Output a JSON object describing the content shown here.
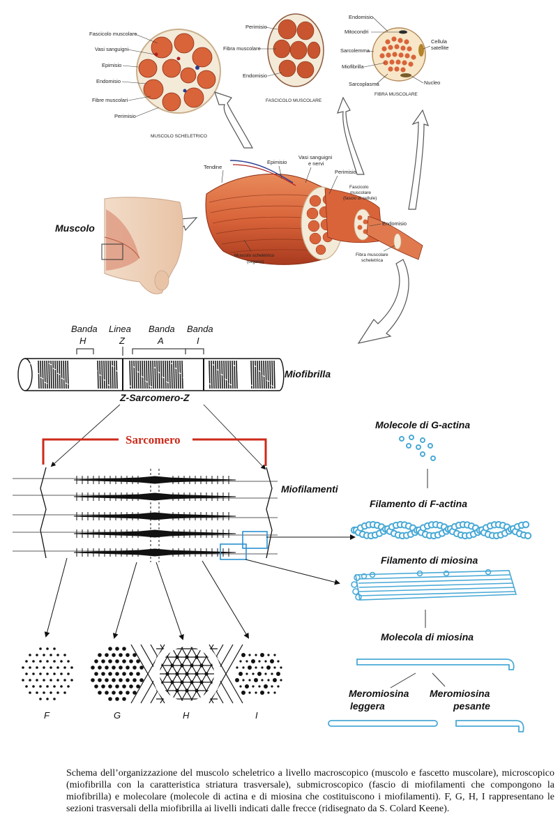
{
  "top": {
    "muscolo_scheletrico": {
      "title": "MUSCOLO SCHELETRICO",
      "labels": [
        "Fascicolo muscolare",
        "Vasi sanguigni",
        "Epimisio",
        "Endomisio",
        "Fibre muscolari",
        "Perimisio"
      ]
    },
    "fascicolo": {
      "title": "FASCICOLO MUSCOLARE",
      "labels": [
        "Perimisio",
        "Fibra muscolare",
        "Endomisio"
      ]
    },
    "fibra": {
      "title": "FIBRA MUSCOLARE",
      "labels": [
        "Endomisio",
        "Mitocondri",
        "Sarcolemma",
        "Miofibrilla",
        "Sarcoplasma",
        "Cellula",
        "satellite",
        "Nucleo"
      ]
    },
    "organ": {
      "labels": [
        "Tendine",
        "Epimisio",
        "Vasi sanguigni",
        "e nervi",
        "Perimisio",
        "Fascicolo",
        "muscolare",
        "(fascio di cellule)",
        "Endomisio",
        "Muscolo scheletrico",
        "(organo)",
        "Fibra muscolare",
        "scheletrica"
      ]
    },
    "arm_label": "Muscolo"
  },
  "myofibril": {
    "bands": {
      "banda1": "Banda",
      "h": "H",
      "linea": "Linea",
      "z": "Z",
      "banda2": "Banda",
      "a": "A",
      "banda3": "Banda",
      "i": "I"
    },
    "label": "Miofibrilla",
    "zsz": "Z-Sarcomero-Z"
  },
  "sarcomere": {
    "title": "Sarcomero",
    "label": "Miofilamenti"
  },
  "sections": [
    "F",
    "G",
    "H",
    "I"
  ],
  "molecular": {
    "g_actina": "Molecole di G-actina",
    "f_actina": "Filamento di F-actina",
    "fil_miosina": "Filamento di miosina",
    "mol_miosina": "Molecola di miosina",
    "mero_l1": "Meromiosina",
    "mero_l2": "leggera",
    "mero_p1": "Meromiosina",
    "mero_p2": "pesante"
  },
  "caption": "Schema dell’organizzazione del muscolo scheletrico a livello macroscopico (muscolo e fascetto muscolare), microscopico (miofibrilla con la caratteristica striatura trasversale), submicroscopico (fascio di miofilamenti che compongono la miofibrilla) e molecolare (molecole di actina e di miosina che costituiscono i miofilamenti). F, G, H, I rappresentano le sezioni trasversali della miofibrilla ai livelli indicati dalle frecce (ridisegnato da S. Colard Keene).",
  "colors": {
    "muscle": "#d9643a",
    "muscle_dark": "#a83a1e",
    "connective": "#f4ead8",
    "sarcomere_bracket": "#cc2a1a",
    "molecule_blue": "#49a9d6"
  }
}
